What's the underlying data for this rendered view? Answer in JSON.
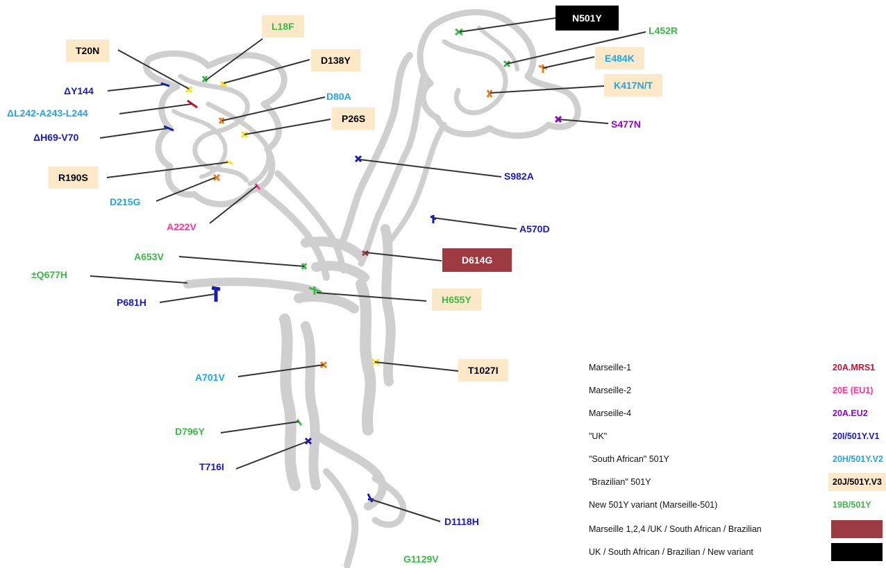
{
  "colors": {
    "mrs1_red": "#c8102e",
    "eu1_pink": "#ff3399",
    "eu2_purple": "#9900cc",
    "uk_blue": "#1a1ab8",
    "sa_cyan": "#1ea7e6",
    "br_black": "#000000",
    "m501_green": "#3cb84a",
    "box_cream": "#fde9c8",
    "d614g_box": "#9e3a42",
    "n501y_box": "#000000",
    "white": "#ffffff",
    "protein_gray": "#d4d4d4"
  },
  "mutations": {
    "L18F": "L18F",
    "T20N": "T20N",
    "D138Y": "D138Y",
    "dY144": "ΔY144",
    "dL242": "ΔL242-A243-L244",
    "D80A": "D80A",
    "P26S": "P26S",
    "dH69": "ΔH69-V70",
    "R190S": "R190S",
    "D215G": "D215G",
    "A222V": "A222V",
    "A653V": "A653V",
    "Q677H": "±Q677H",
    "P681H": "P681H",
    "A701V": "A701V",
    "D796Y": "D796Y",
    "T716I": "T716I",
    "N501Y": "N501Y",
    "L452R": "L452R",
    "E484K": "E484K",
    "K417N": "K417N/T",
    "S477N": "S477N",
    "S982A": "S982A",
    "A570D": "A570D",
    "D614G": "D614G",
    "H655Y": "H655Y",
    "T1027I": "T1027I",
    "D1118H": "D1118H",
    "G1129V": "G1129V"
  },
  "legend": [
    {
      "label": "Marseille-1",
      "code": "20A.MRS1"
    },
    {
      "label": "Marseille-2",
      "code": "20E (EU1)"
    },
    {
      "label": "Marseille-4",
      "code": "20A.EU2"
    },
    {
      "label": "\"UK\"",
      "code": "20I/501Y.V1"
    },
    {
      "label": "\"South African\"  501Y",
      "code": "20H/501Y.V2"
    },
    {
      "label": "\"Brazilian\"  501Y",
      "code": "20J/501Y.V3"
    },
    {
      "label": "New 501Y variant (Marseille-501)",
      "code": "19B/501Y"
    },
    {
      "label": "Marseille 1,2,4 /UK / South African / Brazilian",
      "code": ""
    },
    {
      "label": "UK / South African / Brazilian / New variant",
      "code": ""
    }
  ]
}
